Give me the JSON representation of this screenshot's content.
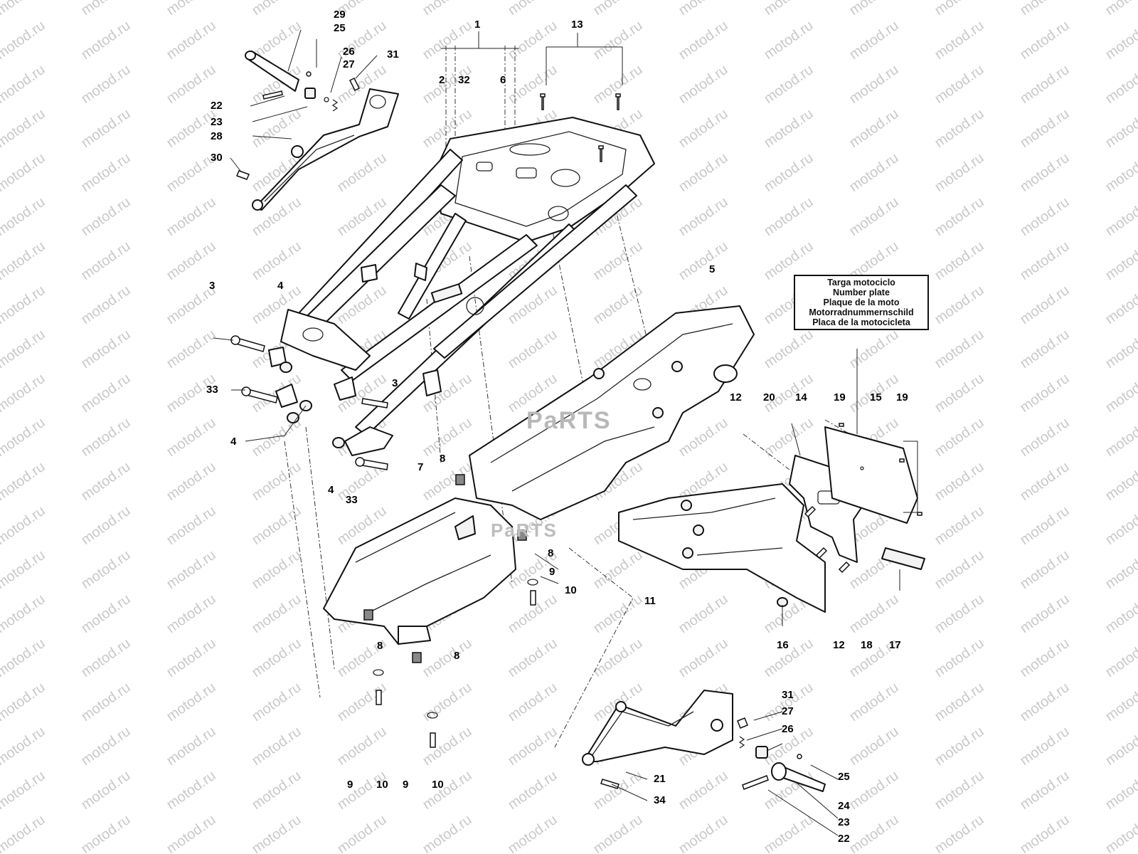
{
  "watermark": "motod.ru",
  "brand_watermark": "PaRTS",
  "brand_watermark_2": "PaRTS",
  "label_box": {
    "lines": [
      "Targa motociclo",
      "Number plate",
      "Plaque de la moto",
      "Motorradnummernschild",
      "Placa de la motocicleta"
    ]
  },
  "callouts": {
    "c1": "1",
    "c2": "2",
    "c32": "32",
    "c6": "6",
    "c13": "13",
    "c29": "29",
    "c25a": "25",
    "c26a": "26",
    "c27a": "27",
    "c31a": "31",
    "c22a": "22",
    "c23a": "23",
    "c28": "28",
    "c30": "30",
    "c3a": "3",
    "c4a": "4",
    "c5": "5",
    "c33a": "33",
    "c3b": "3",
    "c4b": "4",
    "c4c": "4",
    "c33b": "33",
    "c7": "7",
    "c8a": "8",
    "c8b": "8",
    "c9a": "9",
    "c10a": "10",
    "c11": "11",
    "c8c": "8",
    "c8d": "8",
    "c9b": "9",
    "c10b": "10",
    "c9c": "9",
    "c10c": "10",
    "c12a": "12",
    "c20": "20",
    "c14": "14",
    "c19a": "19",
    "c15": "15",
    "c19b": "19",
    "c16": "16",
    "c12b": "12",
    "c18": "18",
    "c17": "17",
    "c31b": "31",
    "c27b": "27",
    "c26b": "26",
    "c25b": "25",
    "c21": "21",
    "c34": "34",
    "c24": "24",
    "c23b": "23",
    "c22b": "22"
  }
}
